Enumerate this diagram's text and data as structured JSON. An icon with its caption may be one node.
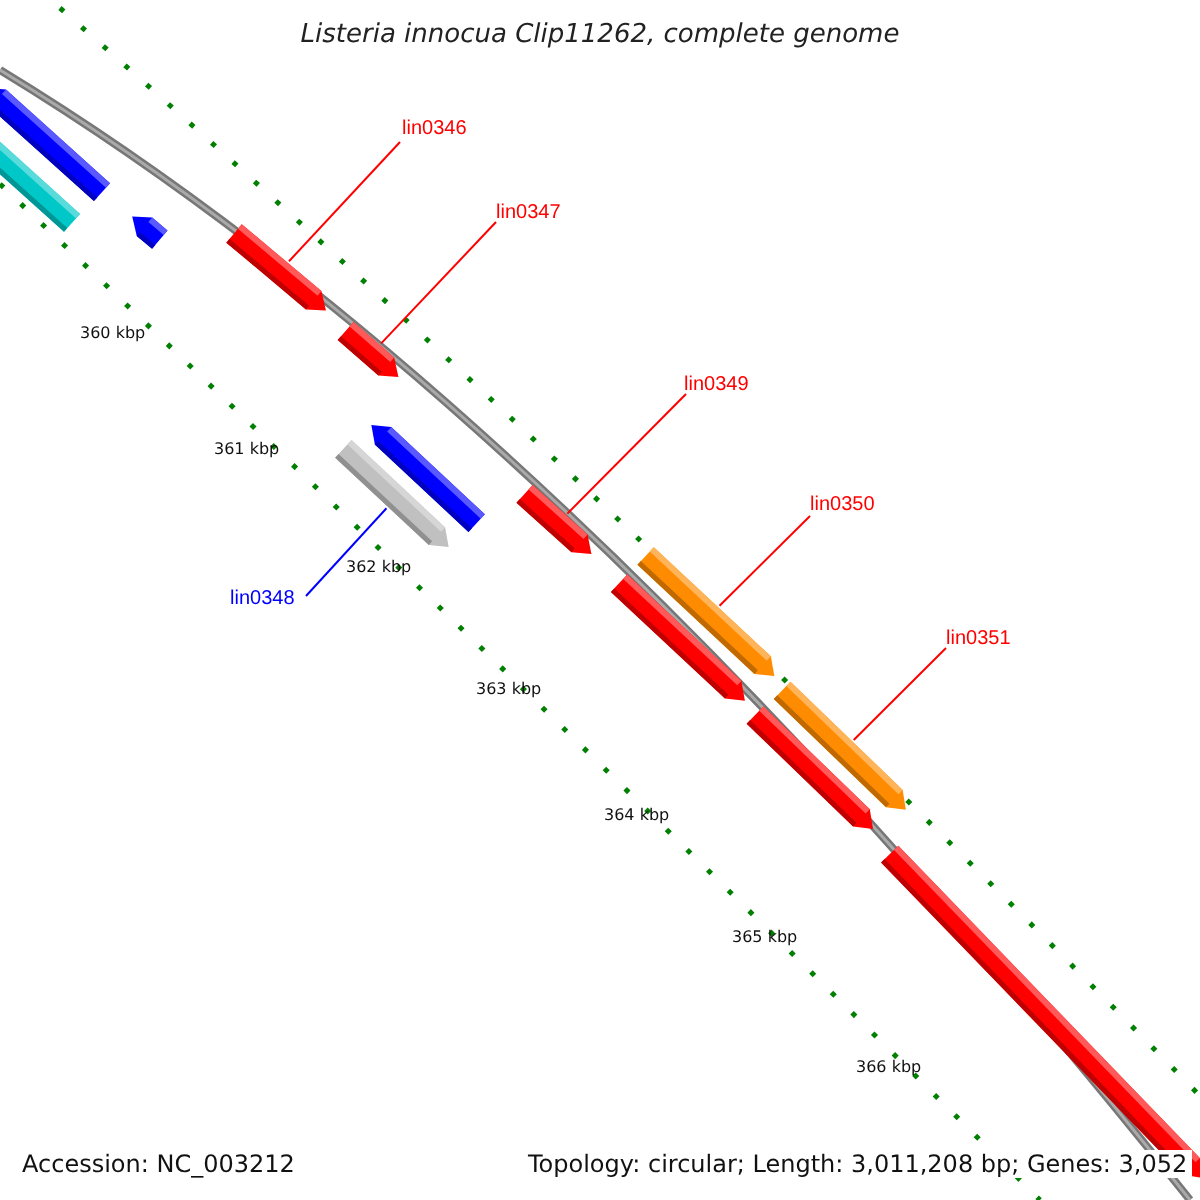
{
  "diagram": {
    "title": "Listeria innocua Clip11262, complete genome",
    "nodes": [
      {
        "text": [],
        "shape": "bar"
      },
      {
        "text": [],
        "shape": "bar"
      },
      {
        "text": [],
        "shape": "bar"
      },
      {
        "text": [],
        "shape": "bar"
      },
      {
        "text": [],
        "shape": "bar"
      },
      {
        "text": [],
        "shape": "bar"
      },
      {
        "text": [],
        "shape": "bar"
      },
      {
        "text": [],
        "shape": "bar"
      },
      {
        "text": [],
        "shape": "bar"
      },
      {
        "text": [],
        "shape": "bar"
      },
      {
        "text": [],
        "shape": "bar"
      },
      {
        "text": [],
        "shape": "bar"
      },
      {
        "text": [],
        "shape": "bar"
      },
      {
        "text": [
          "lin0346"
        ]
      },
      {
        "text": [
          "lin0347"
        ]
      },
      {
        "text": [
          "lin0349"
        ]
      },
      {
        "text": [
          "lin0350"
        ]
      },
      {
        "text": [
          "lin0348"
        ]
      },
      {
        "text": [
          "lin0351"
        ]
      }
    ],
    "edges": [
      {
        "from": 13,
        "to": 3,
        "arrow": "none"
      },
      {
        "from": 14,
        "to": 4,
        "arrow": "none"
      },
      {
        "from": 15,
        "to": 7,
        "arrow": "none"
      },
      {
        "from": 16,
        "to": 8,
        "arrow": "none"
      },
      {
        "from": 17,
        "to": 5,
        "arrow": "none",
        "color": "#0000ff"
      },
      {
        "from": 18,
        "to": 10,
        "arrow": "none"
      }
    ],
    "labels": [
      "360 kbp",
      "361 kbp",
      "362 kbp",
      "363 kbp",
      "364 kbp",
      "365 kbp",
      "366 kbp",
      "Accession: NC_003212",
      "Topology: circular; Length: 3,011,208 bp; Genes: 3,052"
    ]
  }
}
